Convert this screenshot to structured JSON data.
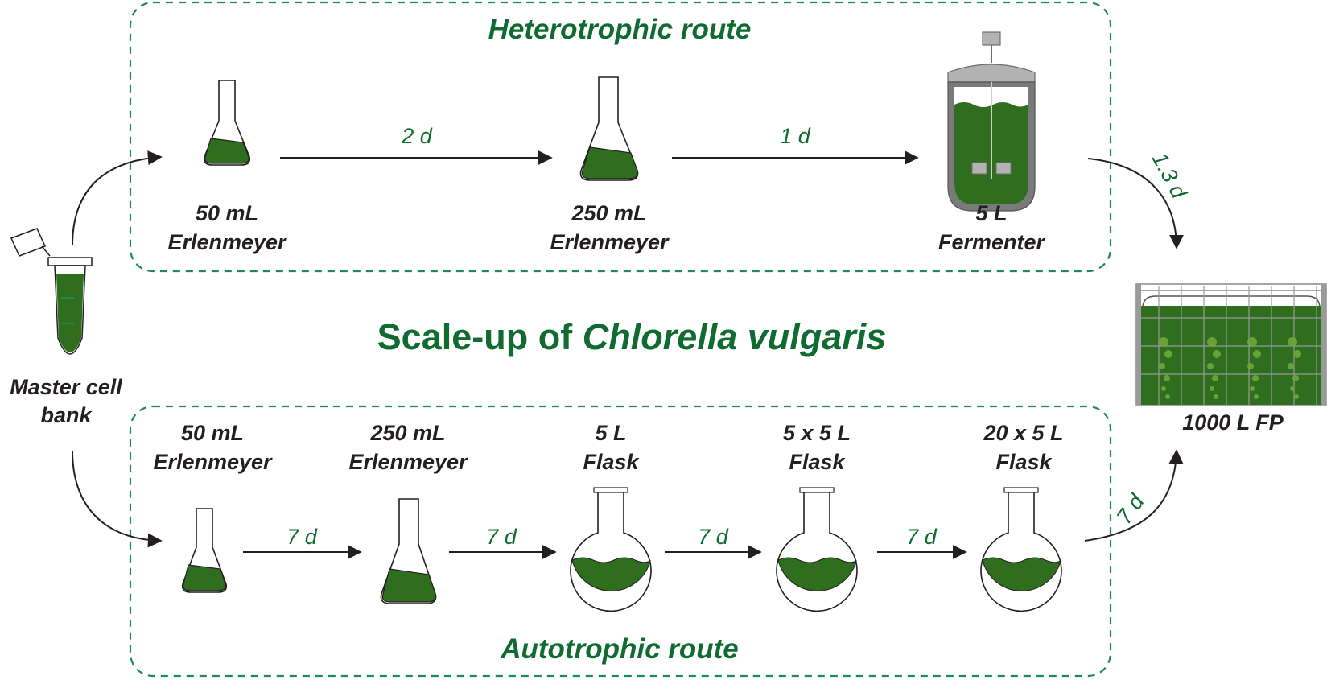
{
  "title": {
    "prefix": "Scale-up of ",
    "species": "Chlorella vulgaris"
  },
  "heterotrophic": {
    "route_label": "Heterotrophic route",
    "stages": [
      {
        "line1": "50 mL",
        "line2": "Erlenmeyer"
      },
      {
        "line1": "250 mL",
        "line2": "Erlenmeyer"
      },
      {
        "line1": "5 L",
        "line2": "Fermenter"
      }
    ],
    "durations": [
      "2 d",
      "1 d"
    ],
    "to_final": "1.3 d"
  },
  "autotrophic": {
    "route_label": "Autotrophic route",
    "stages": [
      {
        "line1": "50 mL",
        "line2": "Erlenmeyer"
      },
      {
        "line1": "250 mL",
        "line2": "Erlenmeyer"
      },
      {
        "line1": "5 L",
        "line2": "Flask"
      },
      {
        "line1": "5 x 5 L",
        "line2": "Flask"
      },
      {
        "line1": "20 x 5 L",
        "line2": "Flask"
      }
    ],
    "durations": [
      "7 d",
      "7 d",
      "7 d",
      "7 d"
    ],
    "to_final": "7 d"
  },
  "master": {
    "line1": "Master cell",
    "line2": "bank"
  },
  "final": {
    "label": "1000 L FP"
  },
  "colors": {
    "accent_green": "#0f6b30",
    "culture_green": "#2e6e1e",
    "bubble_green": "#6ea83a",
    "text_dark": "#231f20"
  }
}
